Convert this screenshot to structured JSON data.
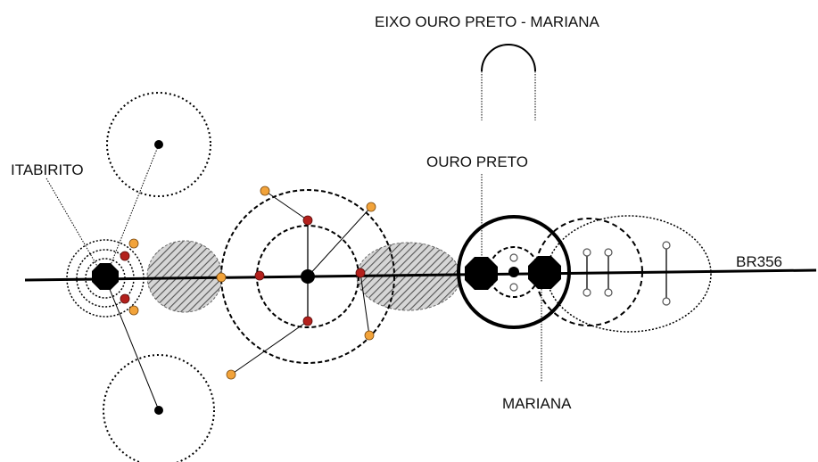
{
  "labels": {
    "axis_title": "EIXO OURO PRETO - MARIANA",
    "itabirito": "ITABIRITO",
    "ouro_preto": "OURO PRETO",
    "mariana": "MARIANA",
    "highway": "BR356"
  },
  "colors": {
    "line": "#000000",
    "red_node": "#b3201c",
    "orange_node": "#f2a33a",
    "hatch": "#555555",
    "hatch_bg": "#d9d9d9"
  }
}
